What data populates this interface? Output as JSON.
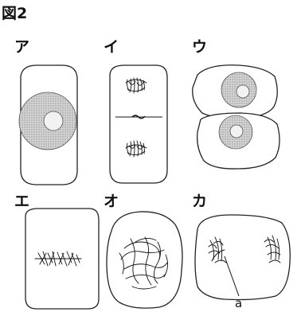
{
  "figure": {
    "title": "図2",
    "cells": [
      {
        "id": "a",
        "label": "ア",
        "stage": "interphase"
      },
      {
        "id": "i",
        "label": "イ",
        "stage": "telophase with cell plate"
      },
      {
        "id": "u",
        "label": "ウ",
        "stage": "two daughter cells"
      },
      {
        "id": "e",
        "label": "エ",
        "stage": "metaphase"
      },
      {
        "id": "o",
        "label": "オ",
        "stage": "prophase"
      },
      {
        "id": "ka",
        "label": "カ",
        "stage": "anaphase"
      }
    ],
    "annotation": "a"
  },
  "colors": {
    "stroke": "#222222",
    "nucleus": "#cfcfcf",
    "nucleus_dots": "#8a8a8a"
  }
}
